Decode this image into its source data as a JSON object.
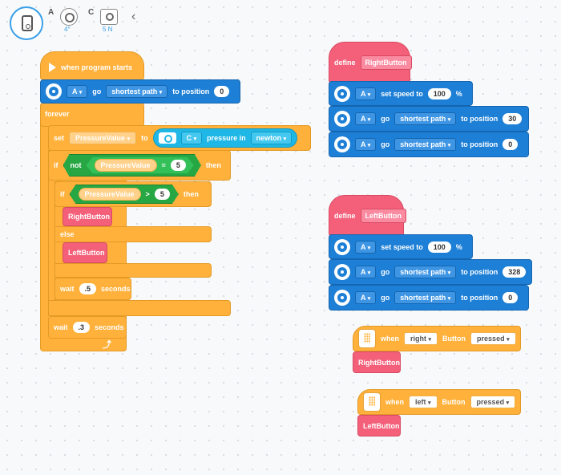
{
  "top_bar": {
    "port_a": {
      "letter": "A",
      "value": "4°"
    },
    "port_c": {
      "letter": "C",
      "value": "5 N"
    },
    "collapse_glyph": "‹"
  },
  "main_stack": {
    "when_start": "when program starts",
    "motor_go": {
      "port": "A",
      "go": "go",
      "path": "shortest path",
      "to": "to position",
      "position": "0"
    },
    "forever": "forever",
    "set_block": {
      "set": "set",
      "var": "PressureValue",
      "to": "to",
      "sensor_port": "C",
      "sensor_text": "pressure in",
      "unit": "newton"
    },
    "if_outer": {
      "if": "if",
      "not": "not",
      "var": "PressureValue",
      "op": "=",
      "value": "5",
      "then": "then"
    },
    "if_inner": {
      "if": "if",
      "var": "PressureValue",
      "op": ">",
      "value": "5",
      "then": "then"
    },
    "call_right": "RightButton",
    "else": "else",
    "call_left": "LeftButton",
    "wait_inner": {
      "wait": "wait",
      "value": ".5",
      "unit": "seconds"
    },
    "wait_outer": {
      "wait": "wait",
      "value": ".3",
      "unit": "seconds"
    },
    "loop_glyph": "⤴"
  },
  "define_right": {
    "define": "define",
    "name": "RightButton",
    "speed": {
      "port": "A",
      "text": "set speed to",
      "value": "100",
      "unit": "%"
    },
    "go1": {
      "port": "A",
      "go": "go",
      "path": "shortest path",
      "to": "to position",
      "position": "30"
    },
    "go2": {
      "port": "A",
      "go": "go",
      "path": "shortest path",
      "to": "to position",
      "position": "0"
    }
  },
  "define_left": {
    "define": "define",
    "name": "LeftButton",
    "speed": {
      "port": "A",
      "text": "set speed to",
      "value": "100",
      "unit": "%"
    },
    "go1": {
      "port": "A",
      "go": "go",
      "path": "shortest path",
      "to": "to position",
      "position": "328"
    },
    "go2": {
      "port": "A",
      "go": "go",
      "path": "shortest path",
      "to": "to position",
      "position": "0"
    }
  },
  "event_right": {
    "when": "when",
    "button": "right",
    "label": "Button",
    "state": "pressed",
    "call": "RightButton"
  },
  "event_left": {
    "when": "when",
    "button": "left",
    "label": "Button",
    "state": "pressed",
    "call": "LeftButton"
  },
  "colors": {
    "events": "#ffb13b",
    "motors": "#1d7fd6",
    "operators": "#26a744",
    "myblocks": "#f4607a",
    "sensors": "#1fb7e6"
  },
  "caret": "▾"
}
